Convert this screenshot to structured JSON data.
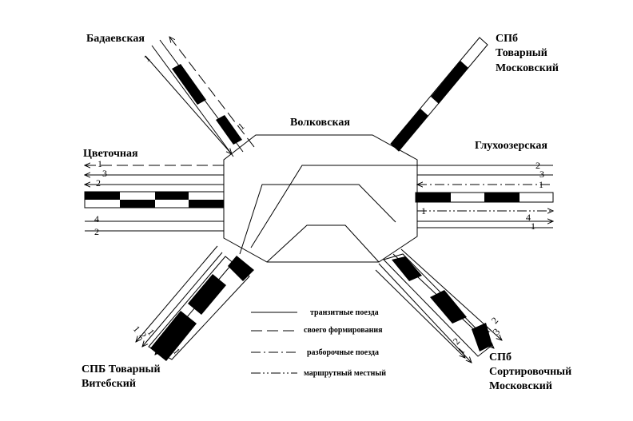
{
  "stations": {
    "badaevskaya": "Бадаевская",
    "spb_moskovsky": [
      "СПб",
      "Товарный",
      "Московский"
    ],
    "volkovskaya": "Волковская",
    "tsvetochnaya": "Цветочная",
    "glukhoozerskaya": "Глухоозерская",
    "spb_vitebsky": [
      "СПБ Товарный",
      "Витебский"
    ],
    "spb_sortirovochny": [
      "СПб",
      "Сортировочный",
      "Московский"
    ]
  },
  "legend": [
    {
      "style": "solid",
      "label": "транзитные поезда"
    },
    {
      "style": "dashed",
      "label": "своего формирования"
    },
    {
      "style": "dash-dot",
      "label": "разборочные поезда"
    },
    {
      "style": "dash-dot-dot",
      "label": "маршрутный местный"
    }
  ],
  "track_numbers": {
    "left": [
      "1",
      "3",
      "2",
      "4",
      "2"
    ],
    "right": [
      "2",
      "3",
      "1",
      "1",
      "4",
      "1"
    ],
    "badaevskaya": [
      "1",
      "1"
    ],
    "vitebsky": [
      "1",
      "2",
      "1",
      "1"
    ],
    "sortirovochny": [
      "2",
      "1",
      "3",
      "2",
      "1"
    ]
  }
}
